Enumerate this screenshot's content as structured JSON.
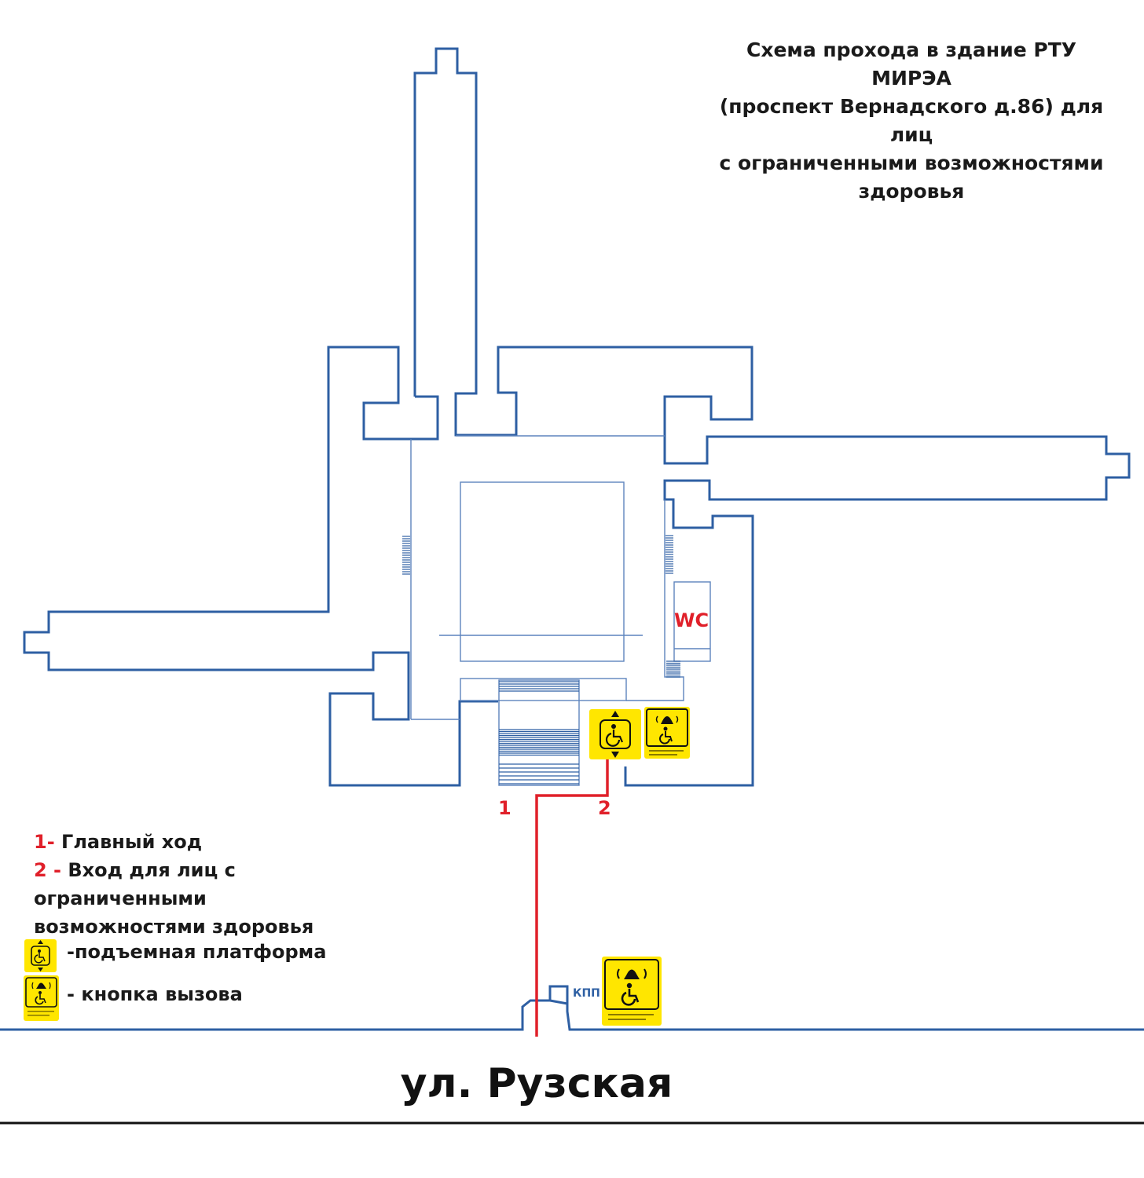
{
  "title_lines": [
    "Схема прохода в здание РТУ МИРЭА",
    "(проспект Вернадского д.86) для лиц",
    "с ограниченными возможностями",
    "здоровья"
  ],
  "street_name": "ул. Рузская",
  "entrance_labels": {
    "main": "1",
    "accessible": "2"
  },
  "wc_label": "WC",
  "checkpoint_label": "КПП",
  "legend": {
    "item1_num": "1-",
    "item1_text": " Главный ход",
    "item2_num": "2 -",
    "item2_text_lines": [
      " Вход для лиц с",
      "ограниченными",
      "возможностями здоровья"
    ],
    "platform_text": "-подъемная платформа",
    "call_button_text": "- кнопка вызова"
  },
  "icons": {
    "platform": "wheelchair-lift-icon",
    "call_button": "call-bell-wheelchair-icon"
  },
  "colors": {
    "walls": "#2e5fa3",
    "route": "#e0202a",
    "sign": "#ffe600",
    "highlight_text": "#e0202a"
  }
}
